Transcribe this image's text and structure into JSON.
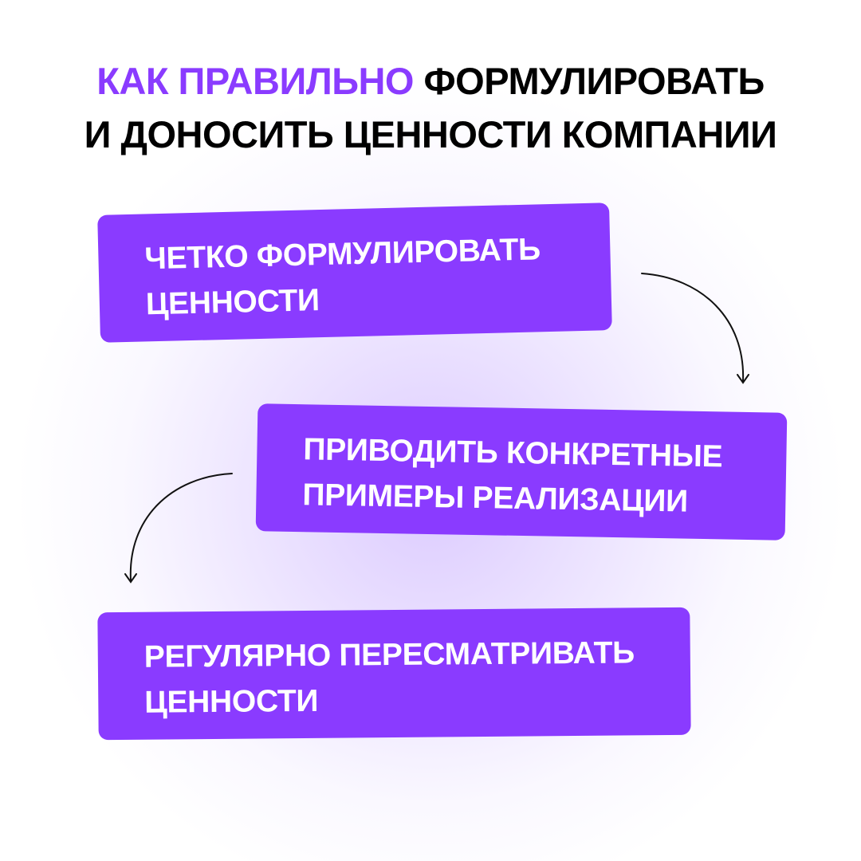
{
  "title": {
    "line1_accent": "КАК ПРАВИЛЬНО",
    "line1_rest": "ФОРМУЛИРОВАТЬ",
    "line2": "И ДОНОСИТЬ ЦЕННОСТИ КОМПАНИИ"
  },
  "steps": [
    {
      "line1": "ЧЕТКО ФОРМУЛИРОВАТЬ",
      "line2": "ЦЕННОСТИ"
    },
    {
      "line1": "ПРИВОДИТЬ КОНКРЕТНЫЕ",
      "line2": "ПРИМЕРЫ РЕАЛИЗАЦИИ"
    },
    {
      "line1": "РЕГУЛЯРНО ПЕРЕСМАТРИВАТЬ",
      "line2": "ЦЕННОСТИ"
    }
  ],
  "colors": {
    "accent": "#8a3bff",
    "text": "#000000"
  }
}
